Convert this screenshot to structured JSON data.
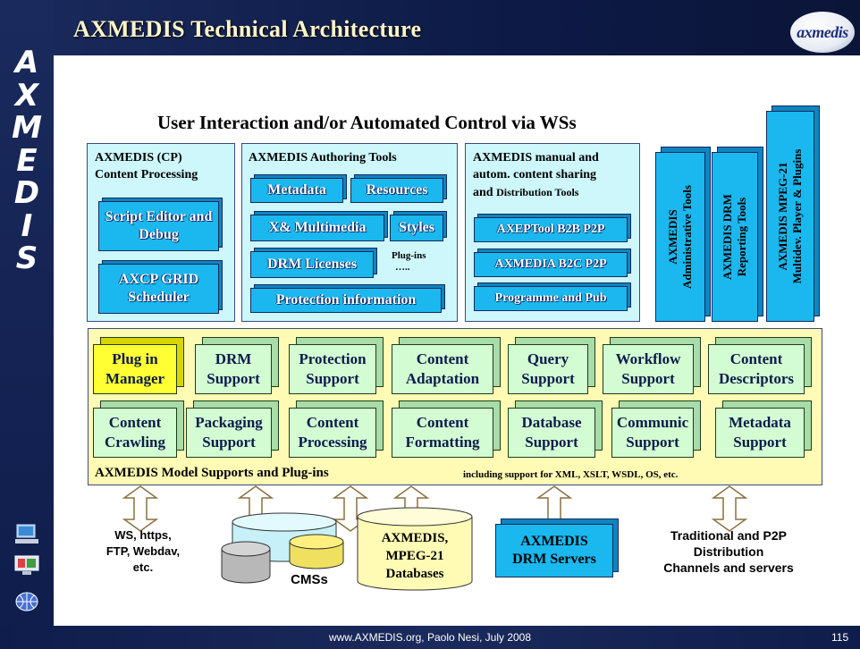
{
  "slide": {
    "title": "AXMEDIS Technical Architecture",
    "logo_text": "axmedis",
    "side_letters": [
      "A",
      "X",
      "M",
      "E",
      "D",
      "I",
      "S"
    ],
    "footer": "www.AXMEDIS.org, Paolo Nesi, July 2008",
    "page_number": "115"
  },
  "diagram": {
    "heading": "User Interaction and/or Automated Control via WSs",
    "panels": {
      "cp": {
        "title_line1": "AXMEDIS (CP)",
        "title_line2": "Content Processing",
        "boxes": [
          "Script Editor and Debug",
          "AXCP GRID Scheduler"
        ]
      },
      "authoring": {
        "title": "AXMEDIS Authoring Tools",
        "boxes": [
          "Metadata",
          "Resources",
          "X& Multimedia",
          "Styles",
          "DRM Licenses",
          "Protection information"
        ],
        "plugins_line1": "Plug-ins",
        "plugins_line2": "….."
      },
      "sharing": {
        "title_line1": "AXMEDIS manual and",
        "title_line2": "autom. content sharing",
        "title_line3a": "and ",
        "title_line3b": "Distribution Tools",
        "boxes": [
          "AXEPTool B2B P2P",
          "AXMEDIA B2C P2P",
          "Programme and Pub"
        ]
      }
    },
    "vertical_tools": [
      {
        "line1": "AXMEDIS",
        "line2": "Administrative Tools"
      },
      {
        "line1": "AXMEDIS DRM",
        "line2": "Reporting Tools"
      },
      {
        "line1": "AXMEDIS MPEG-21",
        "line2": "Multidev. Player & Plugins"
      }
    ],
    "model": {
      "row1": [
        "Plug in Manager",
        "DRM Support",
        "Protection Support",
        "Content Adaptation",
        "Query Support",
        "Workflow Support",
        "Content Descriptors"
      ],
      "row2": [
        "Content Crawling",
        "Packaging Support",
        "Content Processing",
        "Content Formatting",
        "Database Support",
        "Communic Support",
        "Metadata Support"
      ],
      "label": "AXMEDIS Model Supports and Plug-ins",
      "note": "including support for  XML, XSLT, WSDL, OS, etc."
    },
    "distribution": {
      "ws": [
        "WS, https,",
        "FTP, Webdav,",
        "etc."
      ],
      "cms": "CMSs",
      "databases": [
        "AXMEDIS,",
        "MPEG-21",
        "Databases"
      ],
      "drm_servers": [
        "AXMEDIS",
        "DRM Servers"
      ],
      "channels": [
        "Traditional and P2P",
        "Distribution",
        "Channels and servers"
      ]
    },
    "colors": {
      "panel_fill": "#cdf7fb",
      "tool_box": "#1ab8ee",
      "model_area": "#fffab4",
      "support_box": "#d3fcd3",
      "plugin_manager": "#ffff33",
      "frame": "#1a2a5c"
    }
  }
}
